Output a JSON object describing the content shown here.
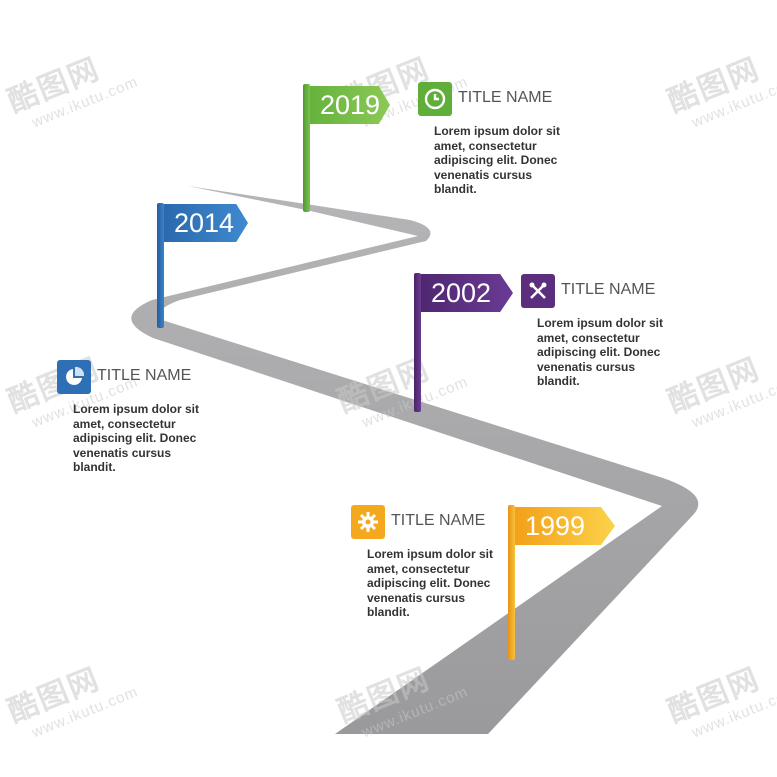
{
  "milestones": [
    {
      "year": "2019",
      "title": "TITLE NAME",
      "text": "Lorem ipsum dolor sit amet, consectetur adipiscing elit. Donec venenatis cursus blandit.",
      "icon": "clock-icon",
      "color": "#5fae3a"
    },
    {
      "year": "2014",
      "title": "TITLE NAME",
      "text": "Lorem ipsum dolor sit amet, consectetur adipiscing elit. Donec venenatis cursus blandit.",
      "icon": "pie-chart-icon",
      "color": "#2f6fb6"
    },
    {
      "year": "2002",
      "title": "TITLE NAME",
      "text": "Lorem ipsum dolor sit amet, consectetur adipiscing elit. Donec venenatis cursus blandit.",
      "icon": "tools-icon",
      "color": "#5b2e7e"
    },
    {
      "year": "1999",
      "title": "TITLE NAME",
      "text": "Lorem ipsum dolor sit amet, consectetur adipiscing elit. Donec venenatis cursus blandit.",
      "icon": "gear-icon",
      "color": "#f4a81d"
    }
  ],
  "watermark": {
    "brand": "酷图网",
    "url": "www.ikutu.com"
  },
  "colors": {
    "road": "#a3a3a5",
    "text": "#333333"
  }
}
